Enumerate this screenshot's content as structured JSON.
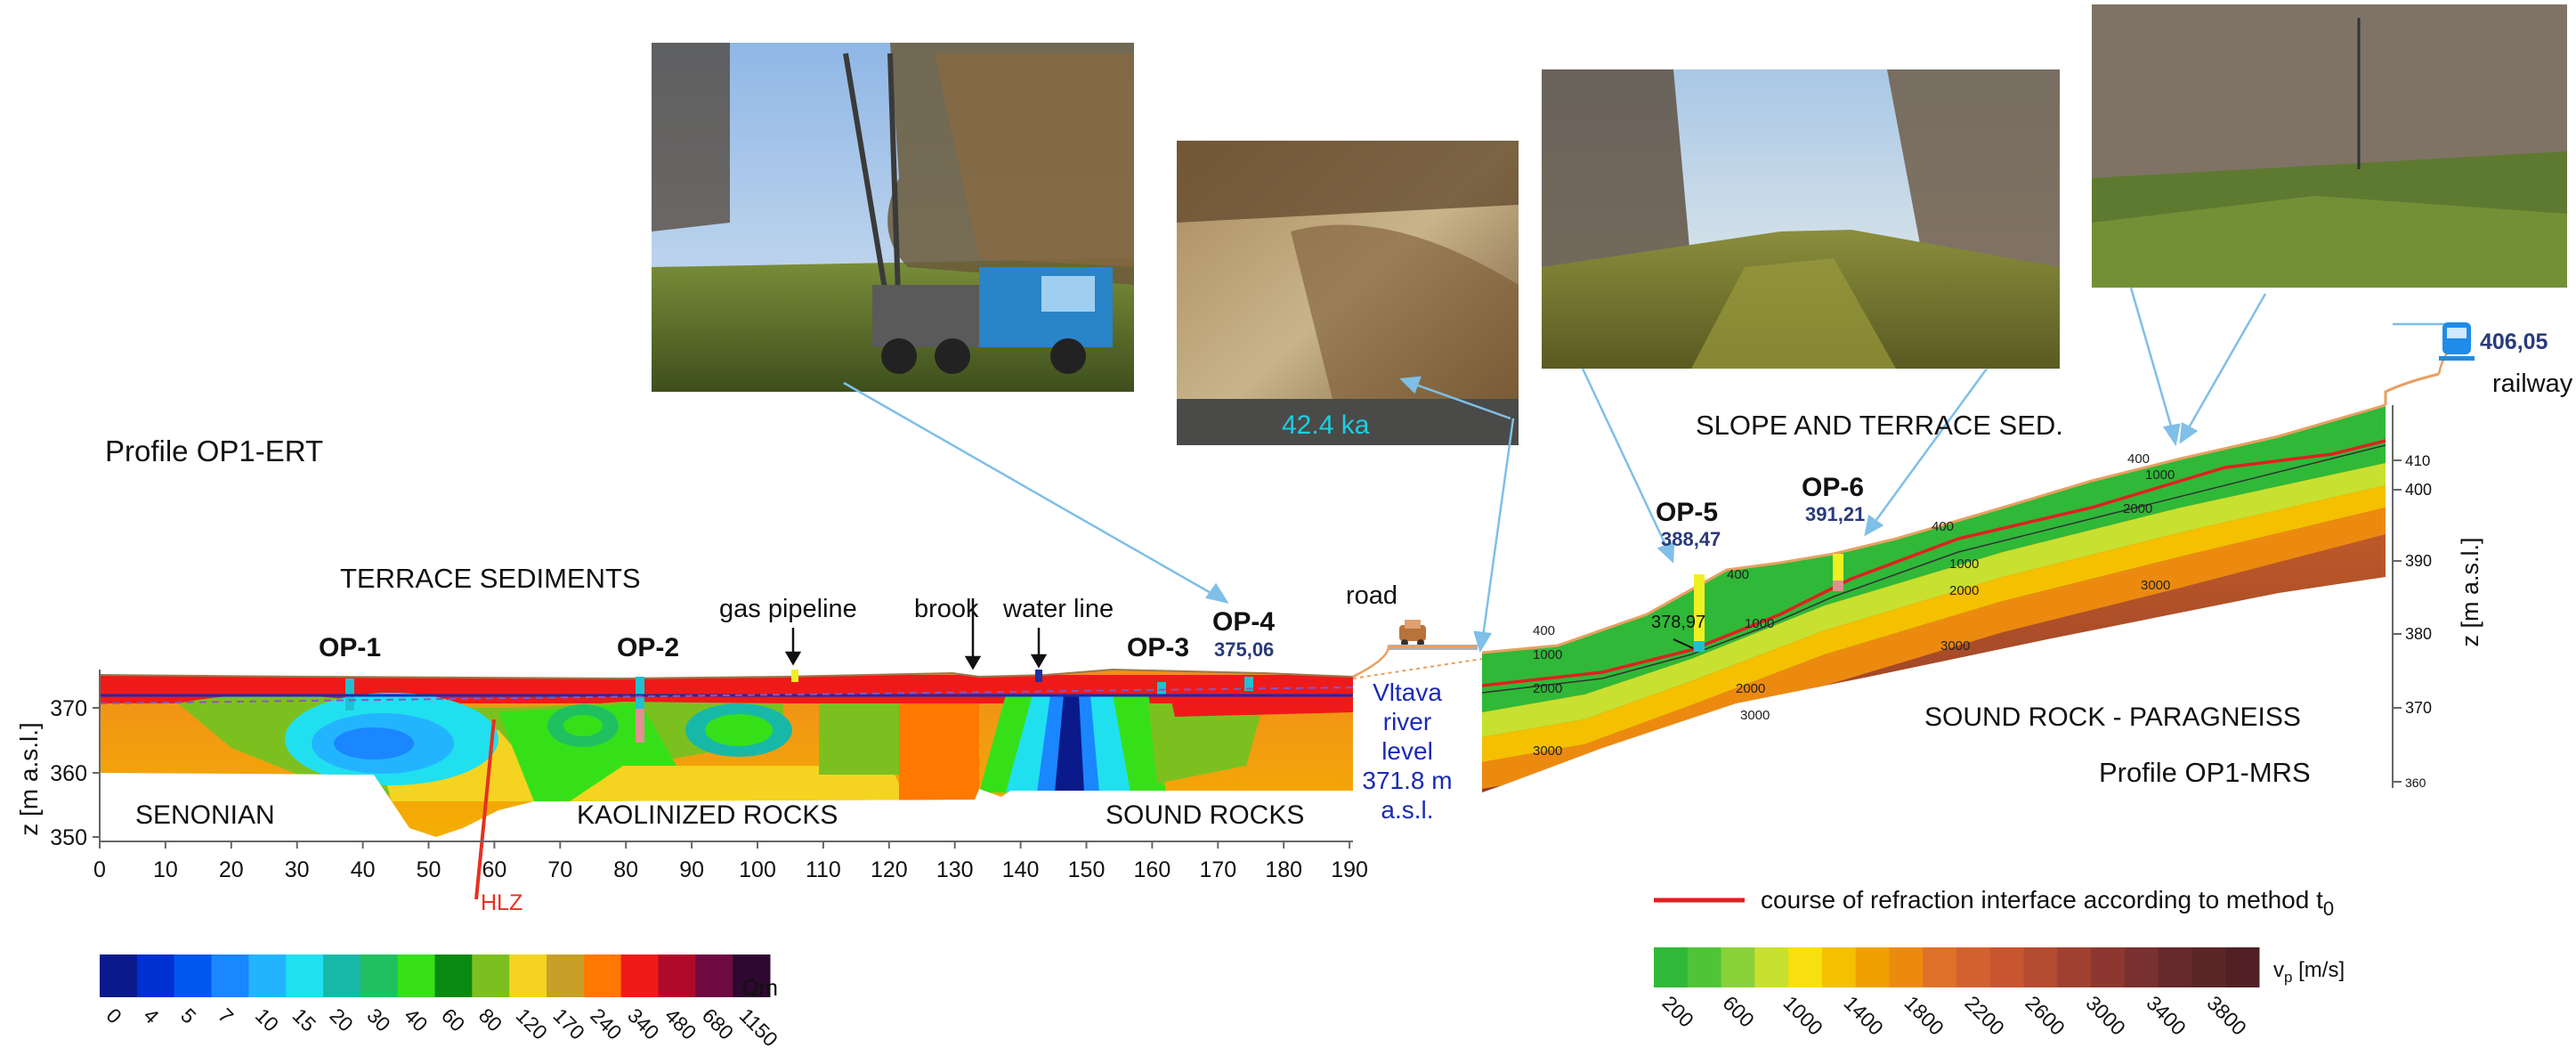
{
  "ert": {
    "profile_title": "Profile OP1-ERT",
    "zone_label": "TERRACE SEDIMENTS",
    "y_axis_label": "z [m a.s.l.]",
    "y_ticks": [
      "370",
      "360",
      "350"
    ],
    "x_ticks": [
      "0",
      "10",
      "20",
      "30",
      "40",
      "50",
      "60",
      "70",
      "80",
      "90",
      "100",
      "110",
      "120",
      "130",
      "140",
      "150",
      "160",
      "170",
      "180",
      "190"
    ],
    "boreholes": [
      {
        "name": "OP-1",
        "elev": ""
      },
      {
        "name": "OP-2",
        "elev": ""
      },
      {
        "name": "OP-3",
        "elev": ""
      },
      {
        "name": "OP-4",
        "elev": "375,06"
      }
    ],
    "features": {
      "gas": "gas pipeline",
      "brook": "brook",
      "water": "water line",
      "road": "road"
    },
    "units": {
      "left": "SENONIAN",
      "mid": "KAOLINIZED ROCKS",
      "right": "SOUND ROCKS"
    },
    "fault_label": "HLZ",
    "river_level": [
      "Vltava",
      "river",
      "level",
      "371.8 m",
      "a.s.l."
    ],
    "colorscale_unit": "Ωm",
    "colorscale_ticks": [
      "0",
      "4",
      "5",
      "7",
      "10",
      "15",
      "20",
      "30",
      "40",
      "60",
      "80",
      "120",
      "170",
      "240",
      "340",
      "480",
      "680",
      "1150"
    ],
    "colorscale_colors": [
      "#0a1a8a",
      "#0030d0",
      "#0057ee",
      "#1a86ff",
      "#23b4ff",
      "#20e0f0",
      "#18b8a8",
      "#20c060",
      "#36e018",
      "#0a8a10",
      "#7cc020",
      "#f4d420",
      "#c8a028",
      "#ff7800",
      "#ee1a1a",
      "#b00a2a",
      "#6e0a40",
      "#2e0830"
    ]
  },
  "mrs": {
    "profile_title": "Profile OP1-MRS",
    "zone_top": "SLOPE AND TERRACE SED.",
    "zone_bottom": "SOUND ROCK - PARAGNEISS",
    "y_axis_label": "z [m a.s.l.]",
    "y_ticks": [
      "410",
      "400",
      "390",
      "380",
      "370",
      "360"
    ],
    "boreholes": [
      {
        "name": "OP-5",
        "elev": "388,47"
      },
      {
        "name": "OP-6",
        "elev": "391,21"
      }
    ],
    "borehole_depth_label": "378,97",
    "railway_label": "railway",
    "railway_elev": "406,05",
    "contours": [
      "400",
      "1000",
      "2000",
      "3000"
    ],
    "refraction_legend": "course of refraction interface according to method t",
    "refraction_sub": "0",
    "colorscale_unit": "v",
    "colorscale_unit_sub": "p",
    "colorscale_unit_rest": " [m/s]",
    "colorscale_ticks": [
      "200",
      "600",
      "1000",
      "1400",
      "1800",
      "2200",
      "2600",
      "3000",
      "3400",
      "3800"
    ],
    "colorscale_colors": [
      "#30b838",
      "#50c438",
      "#8ad23a",
      "#c8e030",
      "#f8e010",
      "#f4c000",
      "#f0a000",
      "#ec8a10",
      "#e07028",
      "#d46030",
      "#c85430",
      "#b44a30",
      "#a04030",
      "#8c3830",
      "#783030",
      "#642a2c",
      "#5a2628",
      "#502024"
    ]
  },
  "photos": {
    "age_label": "42.4 ka"
  },
  "colors": {
    "arrow": "#7fbfe8",
    "river": "#1a2ab4",
    "elev_text": "#2a3a7a",
    "refraction": "#e02020",
    "fault": "#e83020",
    "surface": "#e8a060"
  }
}
